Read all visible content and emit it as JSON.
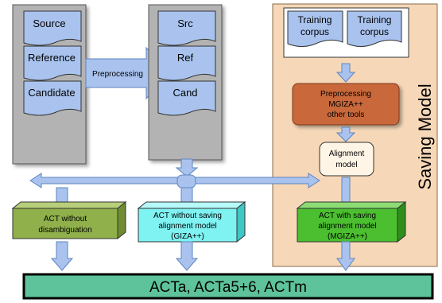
{
  "input_docs": [
    "Source",
    "Reference",
    "Candidate"
  ],
  "preprocessing_label": "Preprocessing",
  "processed_docs": [
    "Src",
    "Ref",
    "Cand"
  ],
  "saving_model": {
    "title": "Saving Model",
    "training_corpora": [
      {
        "line1": "Training",
        "line2": "corpus"
      },
      {
        "line1": "Training",
        "line2": "corpus"
      }
    ],
    "tools_box": [
      "Preprocessing",
      "MGIZA++",
      "other tools"
    ],
    "alignment_model": [
      "Alignment",
      "model"
    ]
  },
  "act_boxes": [
    {
      "lines": [
        "ACT without",
        "disambiguation"
      ],
      "color": "#8fb04a"
    },
    {
      "lines": [
        "ACT without saving",
        "alignment model",
        "(GIZA++)"
      ],
      "color": "#7ff2f2"
    },
    {
      "lines": [
        "ACT with saving",
        "alignment model",
        "(MGIZA++)"
      ],
      "color": "#4bbf2f"
    }
  ],
  "output_label": "ACTa, ACTa5+6, ACTm",
  "colors": {
    "doc_fill": "#a9c3ee",
    "panel_fill": "#b3b3b3",
    "saving_bg": "#f6d8b8",
    "tools_fill": "#c8683a",
    "output_fill": "#5ec39a",
    "arrow_fill": "#a9c3ee",
    "arrow_stroke": "#5d84c0"
  }
}
